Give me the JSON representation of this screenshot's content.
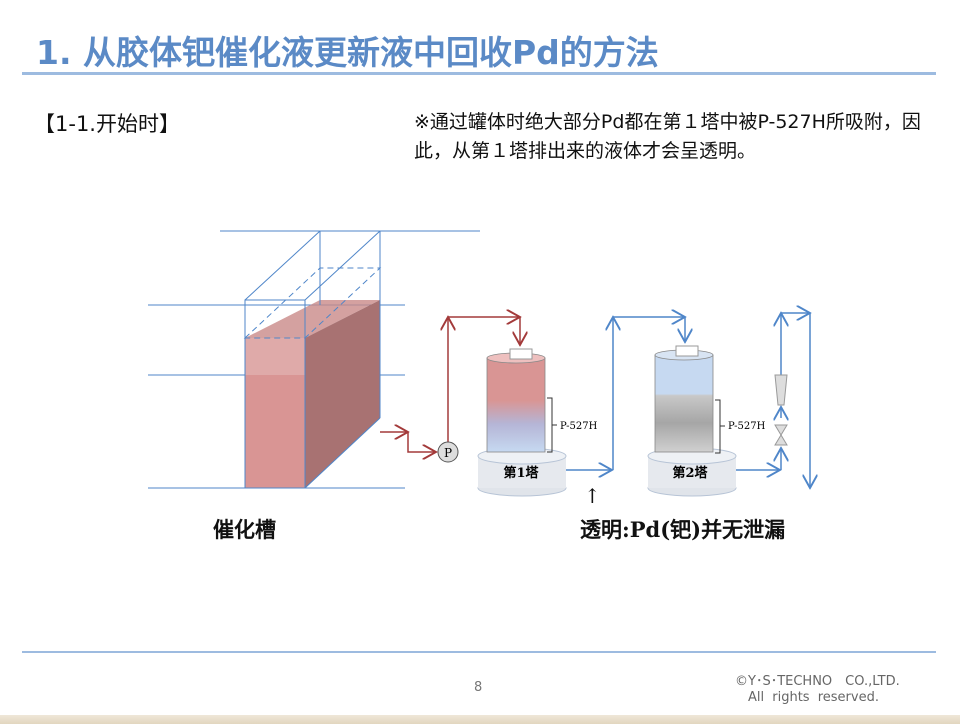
{
  "title": "1. 从胶体钯催化液更新液中回收Pd的方法",
  "section": "【1-1.开始时】",
  "note": "※通过罐体时绝大部分Pd都在第１塔中被P-527H所吸附，因此，从第１塔排出来的液体才会呈透明。",
  "diagram": {
    "tank_label": "催化槽",
    "pump_label": "P",
    "column1_label": "第1塔",
    "column2_label": "第2塔",
    "resin1_label": "P-527H",
    "resin2_label": "P-527H",
    "arrow": "↑",
    "status": "透明:Pd(钯)并无泄漏",
    "colors": {
      "red_liquid": "#d99594",
      "red_pipe": "#a33a3a",
      "blue_pipe": "#4f86c9"
    }
  },
  "footer": {
    "page": "8",
    "copyright_line1": "©Y･S･TECHNO　CO.,LTD.",
    "copyright_line2": "All rights reserved."
  }
}
